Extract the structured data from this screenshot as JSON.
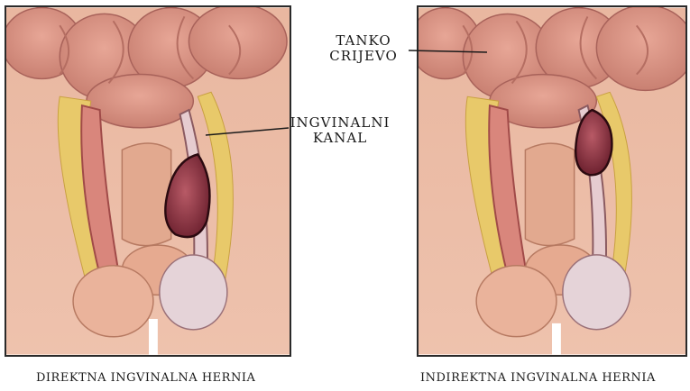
{
  "captions": {
    "left": "DIREKTNA INGVINALNA HERNIA",
    "right": "INDIREKTNA INGVINALNA HERNIA"
  },
  "labels": {
    "tanko_line1": "TANKO",
    "tanko_line2": "CRIJEVO",
    "ingv_line1": "INGVINALNI",
    "ingv_line2": "KANAL"
  },
  "colors": {
    "skin": "#e8b49a",
    "intestine": "#d68f80",
    "fat": "#e8c96a",
    "hernia": "#8e3a46",
    "frame": "#2a2a2a"
  }
}
